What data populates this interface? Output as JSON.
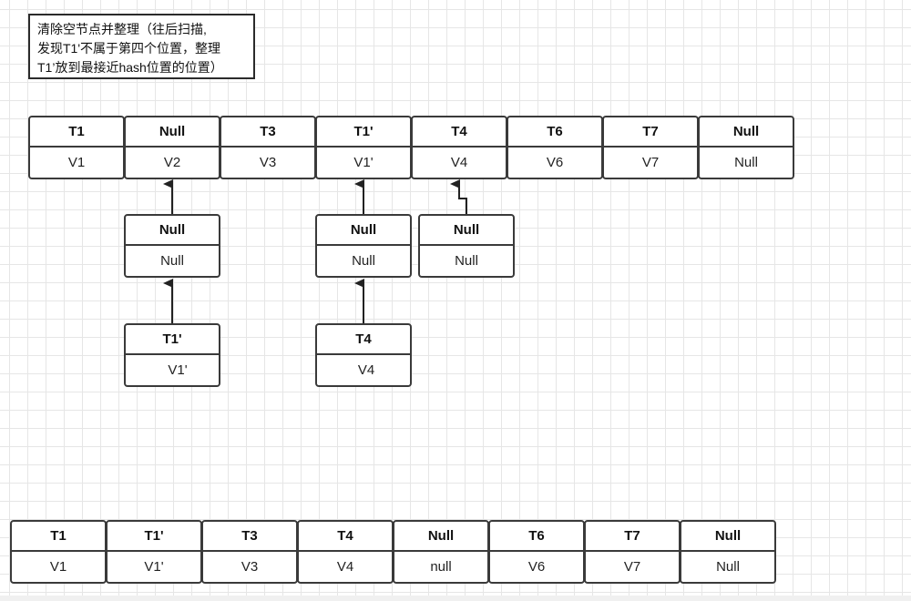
{
  "note": {
    "lines": [
      "清除空节点并整理（往后扫描,",
      "发现T1'不属于第四个位置，整理",
      "T1’放到最接近hash位置的位置）"
    ]
  },
  "top_row": [
    {
      "key": "T1",
      "value": "V1"
    },
    {
      "key": "Null",
      "value": "V2"
    },
    {
      "key": "T3",
      "value": "V3"
    },
    {
      "key": "T1'",
      "value": "V1'"
    },
    {
      "key": "T4",
      "value": "V4"
    },
    {
      "key": "T6",
      "value": "V6"
    },
    {
      "key": "T7",
      "value": "V7"
    },
    {
      "key": "Null",
      "value": "Null"
    }
  ],
  "chains": [
    {
      "key": "Null",
      "value": "Null"
    },
    {
      "key": "Null",
      "value": "Null"
    },
    {
      "key": "Null",
      "value": "Null"
    },
    {
      "key": "T1'",
      "value": "V1'"
    },
    {
      "key": "T4",
      "value": "V4"
    }
  ],
  "bottom_row": [
    {
      "key": "T1",
      "value": "V1"
    },
    {
      "key": "T1'",
      "value": "V1'"
    },
    {
      "key": "T3",
      "value": "V3"
    },
    {
      "key": "T4",
      "value": "V4"
    },
    {
      "key": "Null",
      "value": "null"
    },
    {
      "key": "T6",
      "value": "V6"
    },
    {
      "key": "T7",
      "value": "V7"
    },
    {
      "key": "Null",
      "value": "Null"
    }
  ]
}
